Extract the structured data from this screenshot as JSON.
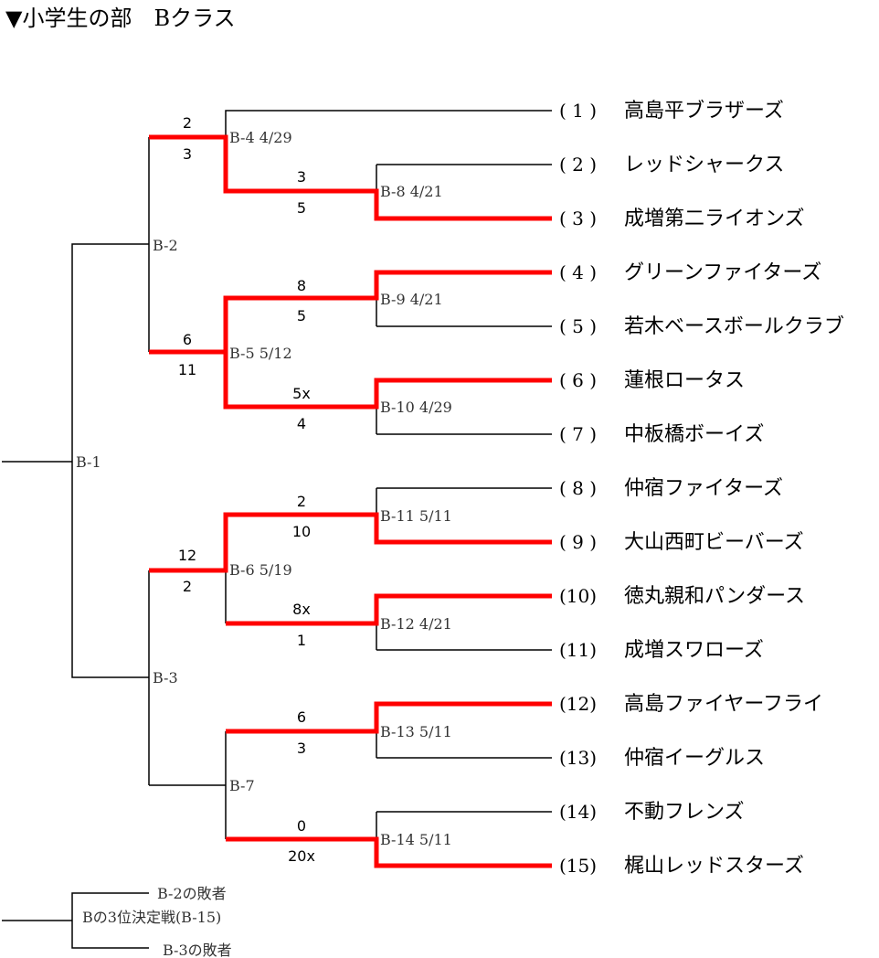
{
  "title": "▼小学生の部　Bクラス",
  "teams": [
    {
      "seed": "( 1 )",
      "name": "高島平ブラザーズ"
    },
    {
      "seed": "( 2 )",
      "name": "レッドシャークス"
    },
    {
      "seed": "( 3 )",
      "name": "成増第二ライオンズ"
    },
    {
      "seed": "( 4 )",
      "name": "グリーンファイターズ"
    },
    {
      "seed": "( 5 )",
      "name": "若木ベースボールクラブ"
    },
    {
      "seed": "( 6 )",
      "name": "蓮根ロータス"
    },
    {
      "seed": "( 7 )",
      "name": "中板橋ボーイズ"
    },
    {
      "seed": "( 8 )",
      "name": "仲宿ファイターズ"
    },
    {
      "seed": "( 9 )",
      "name": "大山西町ビーバーズ"
    },
    {
      "seed": "(10)",
      "name": "徳丸親和パンダース"
    },
    {
      "seed": "(11)",
      "name": "成増スワローズ"
    },
    {
      "seed": "(12)",
      "name": "高島ファイヤーフライ"
    },
    {
      "seed": "(13)",
      "name": "仲宿イーグルス"
    },
    {
      "seed": "(14)",
      "name": "不動フレンズ"
    },
    {
      "seed": "(15)",
      "name": "梶山レッドスターズ"
    }
  ],
  "matches": [
    {
      "id": "B-1",
      "label": "B-1"
    },
    {
      "id": "B-2",
      "label": "B-2"
    },
    {
      "id": "B-3",
      "label": "B-3"
    },
    {
      "id": "B-4",
      "label": "B-4 4/29",
      "top_score": "2",
      "bottom_score": "3"
    },
    {
      "id": "B-5",
      "label": "B-5 5/12",
      "top_score": "6",
      "bottom_score": "11"
    },
    {
      "id": "B-6",
      "label": "B-6 5/19",
      "top_score": "12",
      "bottom_score": "2"
    },
    {
      "id": "B-7",
      "label": "B-7"
    },
    {
      "id": "B-8",
      "label": "B-8 4/21",
      "top_score": "3",
      "bottom_score": "5"
    },
    {
      "id": "B-9",
      "label": "B-9 4/21",
      "top_score": "8",
      "bottom_score": "5"
    },
    {
      "id": "B-10",
      "label": "B-10 4/29",
      "top_score": "5x",
      "bottom_score": "4"
    },
    {
      "id": "B-11",
      "label": "B-11 5/11",
      "top_score": "2",
      "bottom_score": "10"
    },
    {
      "id": "B-12",
      "label": "B-12 4/21",
      "top_score": "8x",
      "bottom_score": "1"
    },
    {
      "id": "B-13",
      "label": "B-13 5/11",
      "top_score": "6",
      "bottom_score": "3"
    },
    {
      "id": "B-14",
      "label": "B-14 5/11",
      "top_score": "0",
      "bottom_score": "20x"
    }
  ],
  "third_place": {
    "top_entry": "B-2の敗者",
    "title": "Bの3位決定戦(B-15)",
    "bottom_entry": "B-3の敗者"
  },
  "colors": {
    "winner_line": "#ff0000",
    "bracket_line": "#000000"
  }
}
